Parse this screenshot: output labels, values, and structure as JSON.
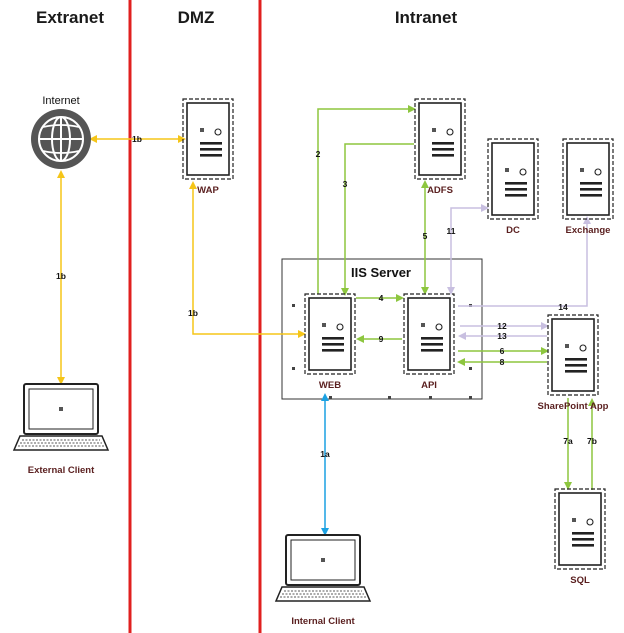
{
  "zones": {
    "extranet": "Extranet",
    "dmz": "DMZ",
    "intranet": "Intranet"
  },
  "group": {
    "iis_server": "IIS Server"
  },
  "nodes": {
    "internet": "Internet",
    "wap": "WAP",
    "adfs": "ADFS",
    "dc": "DC",
    "exchange": "Exchange",
    "web": "WEB",
    "api": "API",
    "sharepoint_app": "SharePoint App",
    "sql": "SQL",
    "external_client": "External Client",
    "internal_client": "Internal Client"
  },
  "edges": {
    "e1b_internet_wap": "1b",
    "e1b_internet_client": "1b",
    "e1b_wap_web": "1b",
    "e1a": "1a",
    "e2": "2",
    "e3": "3",
    "e4": "4",
    "e5": "5",
    "e6": "6",
    "e7a": "7a",
    "e7b": "7b",
    "e8": "8",
    "e9": "9",
    "e11": "11",
    "e12": "12",
    "e13": "13",
    "e14": "14"
  },
  "colors": {
    "zone_divider": "#e0201f",
    "flow_external": "#f5c518",
    "flow_internal": "#8dc63f",
    "flow_client": "#1ba1e2",
    "flow_directory": "#c8bfe0",
    "node_label": "#5a1f1f"
  },
  "icons": {
    "server": "server-icon",
    "globe": "globe-icon",
    "client": "laptop-icon"
  }
}
